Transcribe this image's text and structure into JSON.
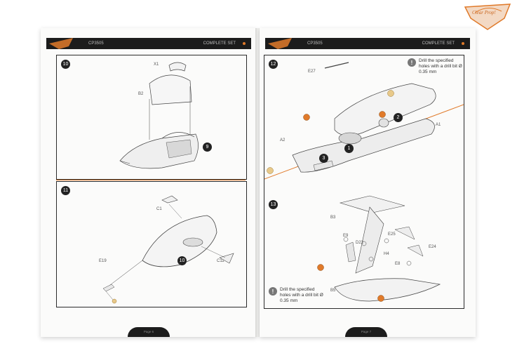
{
  "brand": {
    "logo_text": "Clear Prop!"
  },
  "left_page": {
    "header": {
      "code": "CP3505",
      "set": "COMPLETE SET"
    },
    "step10": {
      "number": "10",
      "labels": {
        "x1": "X1",
        "b2": "B2"
      },
      "callout": "9"
    },
    "step11": {
      "number": "11",
      "labels": {
        "c1": "C1",
        "c11": "C11",
        "e19": "E19"
      },
      "callout": "10"
    },
    "page_tab": "Page 6"
  },
  "right_page": {
    "header": {
      "code": "CP3505",
      "set": "COMPLETE SET"
    },
    "step12": {
      "number": "12",
      "labels": {
        "e27": "E27",
        "a2": "A2",
        "a1": "A1"
      },
      "callouts": [
        "1",
        "2",
        "3"
      ],
      "note": "Drill the specified holes with a drill bit Ø 0.35 mm"
    },
    "step13": {
      "number": "13",
      "labels": {
        "b3": "B3",
        "e9": "E9",
        "d22": "D22",
        "e25": "E25",
        "h4": "H4",
        "e24": "E24",
        "e8": "E8",
        "b5": "B5"
      },
      "note": "Drill the specified holes with a drill bit Ø 0.35 mm"
    },
    "page_tab": "Page 7"
  },
  "colors": {
    "accent": "#e07a2a",
    "header": "#1c1c1c"
  }
}
